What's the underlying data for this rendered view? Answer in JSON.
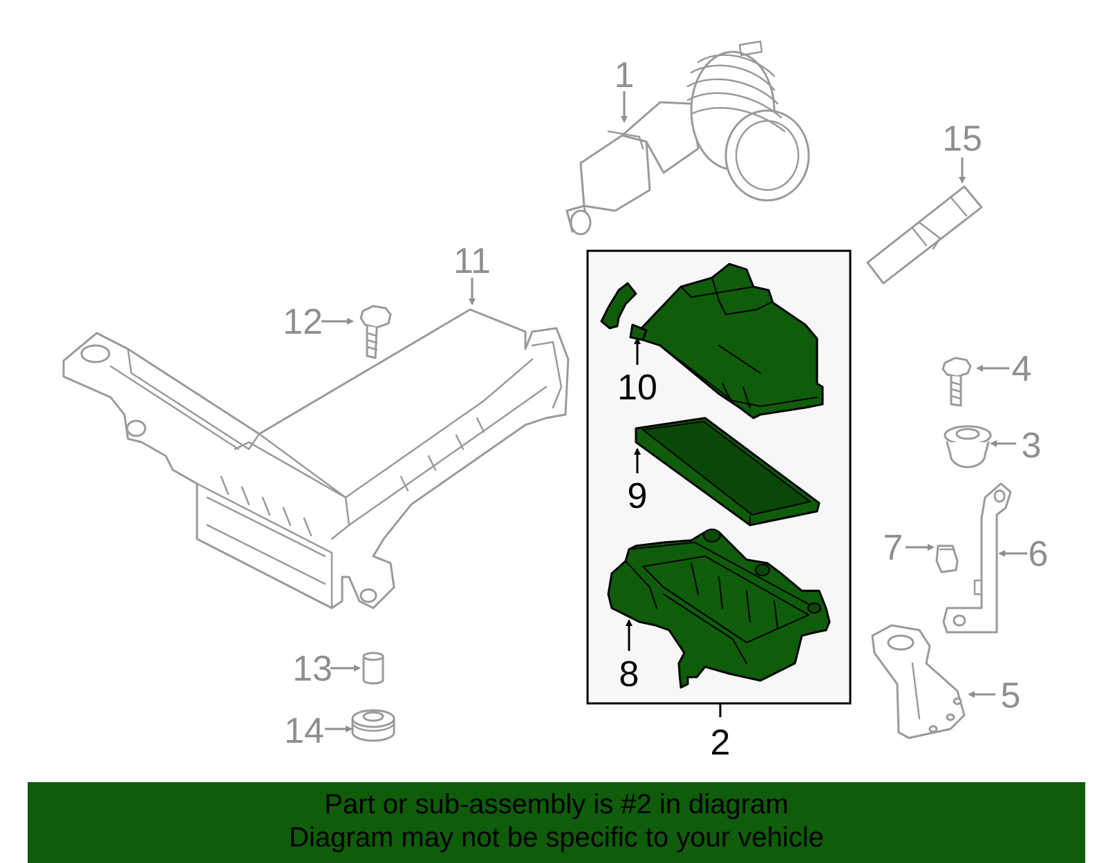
{
  "callouts": {
    "c1": "1",
    "c2": "2",
    "c3": "3",
    "c4": "4",
    "c5": "5",
    "c6": "6",
    "c7": "7",
    "c8": "8",
    "c9": "9",
    "c10": "10",
    "c11": "11",
    "c12": "12",
    "c13": "13",
    "c14": "14",
    "c15": "15"
  },
  "banner": {
    "line1": "Part or sub-assembly is #2 in diagram",
    "line2": "Diagram may not be specific to your vehicle"
  },
  "colors": {
    "highlight_green": "#0f5c0b",
    "secondary_grey": "#9a9a9a",
    "subassembly_box_fill": "#f7f7f7"
  }
}
